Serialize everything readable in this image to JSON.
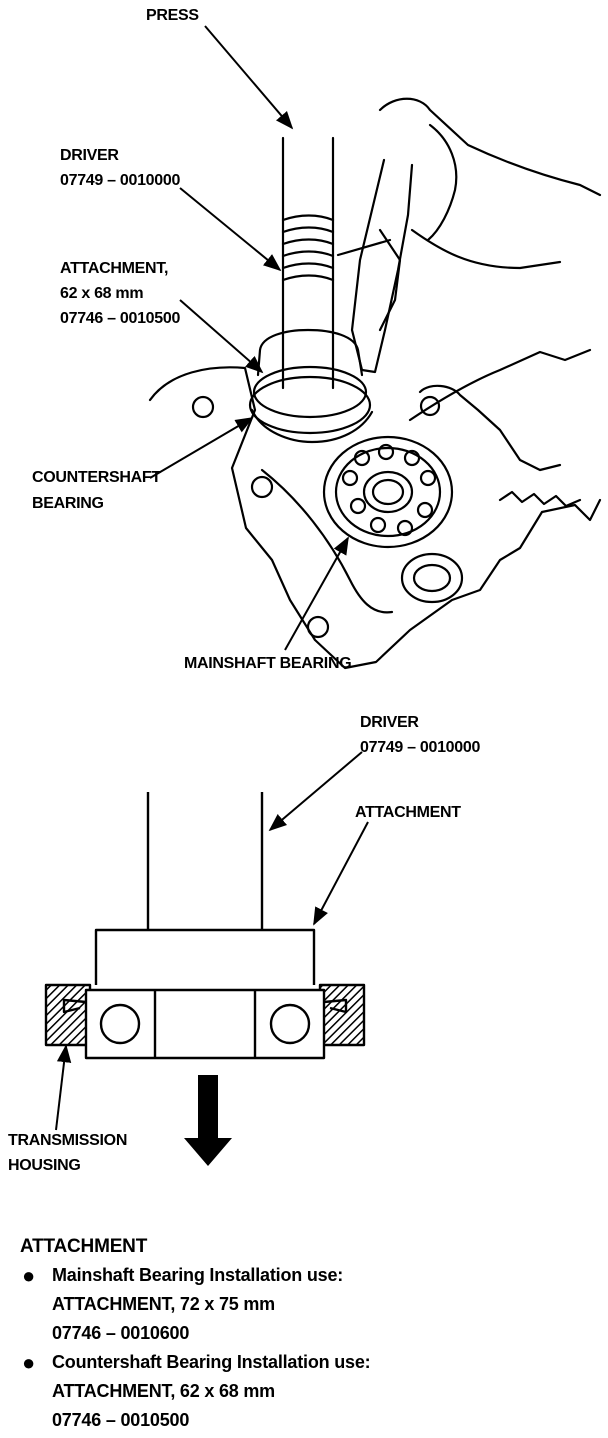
{
  "figure_top": {
    "labels": {
      "press": "PRESS",
      "driver_name": "DRIVER",
      "driver_part": "07749 – 0010000",
      "attachment_name": "ATTACHMENT,",
      "attachment_size": "62 x 68 mm",
      "attachment_part": "07746 – 0010500",
      "countershaft_1": "COUNTERSHAFT",
      "countershaft_2": "BEARING",
      "mainshaft": "MAINSHAFT BEARING"
    }
  },
  "figure_bottom": {
    "labels": {
      "driver_name": "DRIVER",
      "driver_part": "07749 – 0010000",
      "attachment": "ATTACHMENT",
      "housing_1": "TRANSMISSION",
      "housing_2": "HOUSING"
    }
  },
  "notes": {
    "heading": "ATTACHMENT",
    "items": [
      {
        "line1": "Mainshaft Bearing Installation use:",
        "line2": "ATTACHMENT, 72 x 75 mm",
        "line3": "07746 – 0010600"
      },
      {
        "line1": "Countershaft Bearing Installation use:",
        "line2": "ATTACHMENT, 62 x 68 mm",
        "line3": "07746 – 0010500"
      }
    ]
  }
}
